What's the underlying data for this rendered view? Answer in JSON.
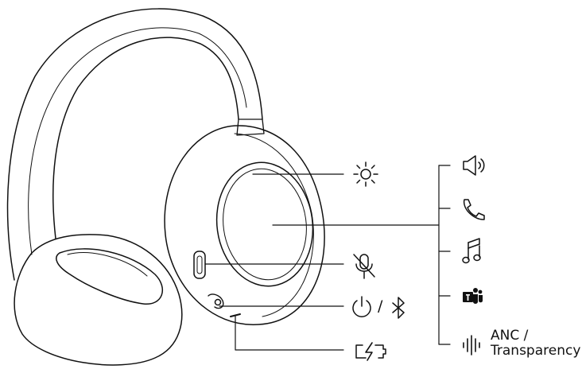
{
  "figure": {
    "kind": "headset control diagram",
    "line_color": "#111111",
    "background": "#ffffff",
    "device": "over-ear headphones",
    "earcup_controls": [
      {
        "icon": "light-sensor-icon",
        "target": "ear-cup-sensor"
      },
      {
        "icon": "mic-mute-icon",
        "target": "mute-button"
      },
      {
        "icon": "power-icon",
        "target": "power-slider"
      },
      {
        "icon": "bluetooth-icon",
        "target": "power-slider"
      },
      {
        "icon": "battery-charging-icon",
        "target": "usb-charging-port"
      }
    ],
    "touch_panel_functions": [
      {
        "icon": "volume-icon"
      },
      {
        "icon": "phone-icon"
      },
      {
        "icon": "music-note-icon"
      },
      {
        "icon": "microsoft-teams-icon"
      },
      {
        "icon": "anc-icon",
        "label": "ANC /\nTransparency"
      }
    ],
    "power_separator": "/"
  }
}
